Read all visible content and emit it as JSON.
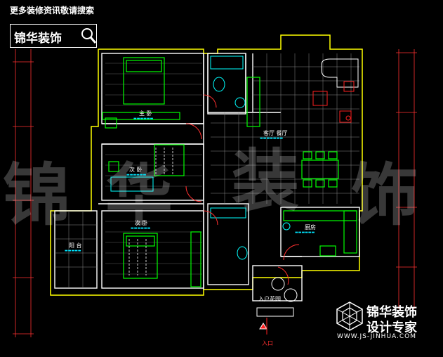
{
  "header": {
    "text": "更多装修资讯敬请搜索"
  },
  "brand": {
    "name": "锦华装饰",
    "icon": "magnifier-icon"
  },
  "watermark": {
    "left": "锦",
    "mid": "华",
    "right": "装",
    "far": "饰"
  },
  "rooms": {
    "master_bedroom": {
      "name": "主 卧"
    },
    "second_bedroom": {
      "name": "次 卧"
    },
    "third_bedroom": {
      "name": "次 卧"
    },
    "balcony": {
      "name": "阳 台"
    },
    "living_dining": {
      "name": "客厅 餐厅"
    },
    "kitchen": {
      "name": "厨房"
    },
    "entrance": {
      "name": "入户花园"
    },
    "entry": {
      "name": "入口"
    }
  },
  "logo": {
    "line1": "锦华装饰",
    "line2": "设计专家",
    "url": "WWW.JS-JINHUA.COM"
  },
  "colors": {
    "wall": "#ffffff",
    "frame": "#ffff00",
    "furniture": "#00ff00",
    "fixture": "#00ffff",
    "accent": "#ff2020"
  }
}
